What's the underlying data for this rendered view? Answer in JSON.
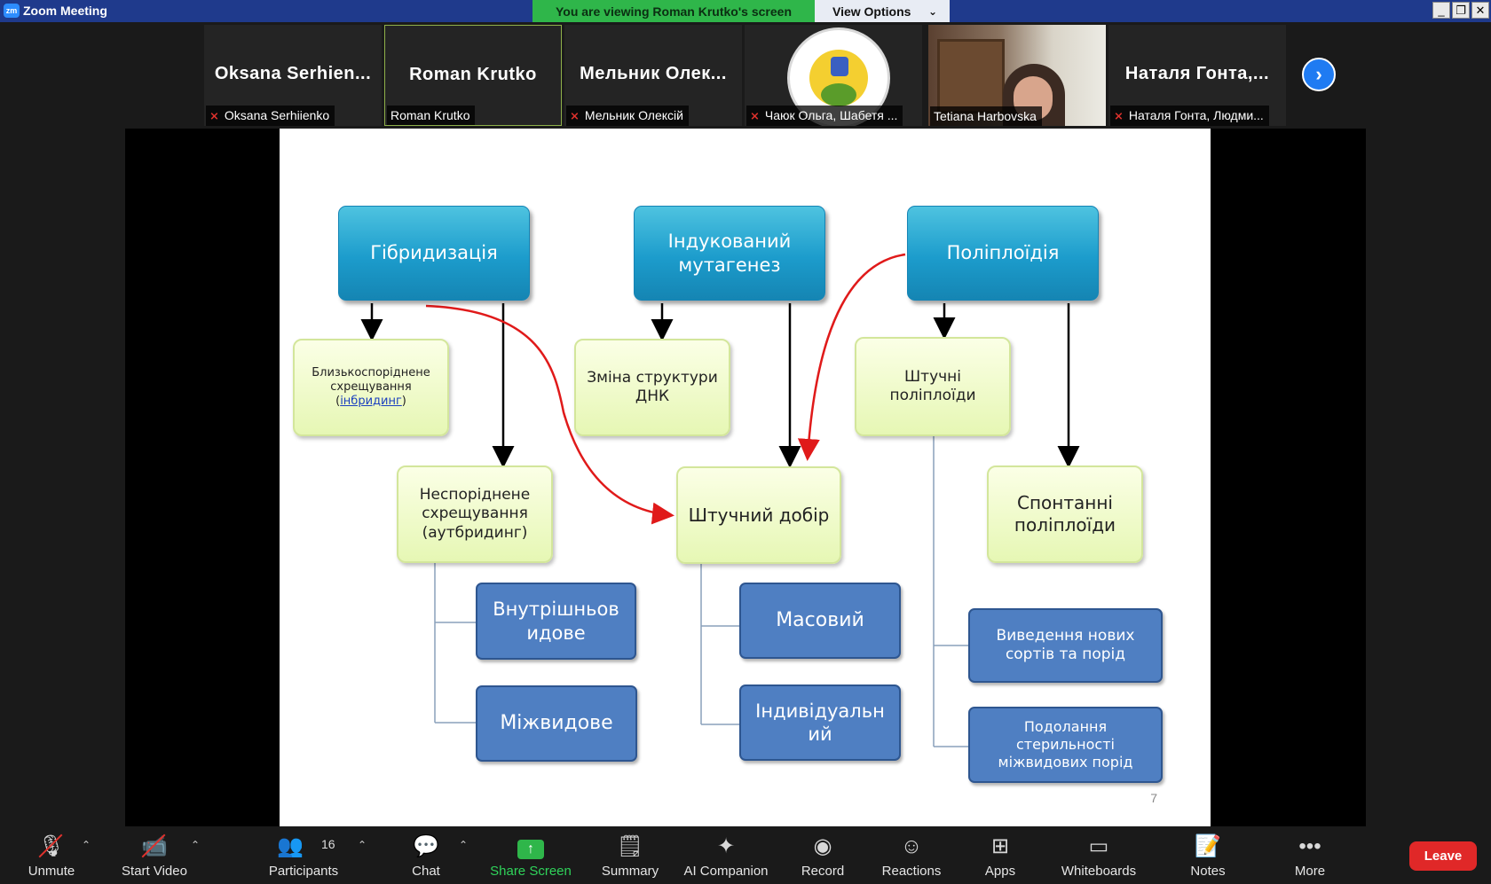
{
  "window": {
    "title": "Zoom Meeting",
    "app_logo": "zm"
  },
  "banner": {
    "viewing_text": "You are viewing Roman Krutko's screen",
    "view_options": "View Options"
  },
  "window_controls": [
    "_",
    "❐",
    "✕"
  ],
  "participants_strip": [
    {
      "big_name": "Oksana  Serhien...",
      "label": "Oksana Serhiienko",
      "muted": true
    },
    {
      "big_name": "Roman Krutko",
      "label": "Roman Krutko",
      "muted": false,
      "active": true
    },
    {
      "big_name": "Мельник  Олек...",
      "label": "Мельник Олексій",
      "muted": true
    },
    {
      "big_name": "",
      "label": "Чаюк Ольга, Шабетя ...",
      "muted": true,
      "avatar": "university-logo"
    },
    {
      "big_name": "",
      "label": "Tetiana Harbovska",
      "muted": false,
      "video": true
    },
    {
      "big_name": "Наталя  Гонта,...",
      "label": "Наталя Гонта, Людми...",
      "muted": true
    }
  ],
  "slide": {
    "top_boxes": [
      "Гібридизація",
      "Індукований мутагенез",
      "Поліплоїдія"
    ],
    "green_boxes": {
      "inbreeding_line1": "Близькоспоріднене схрещування",
      "inbreeding_open": "(",
      "inbreeding_link": "інбридинг",
      "inbreeding_close": ")",
      "dna": "Зміна структури ДНК",
      "artificial_poly": "Штучні поліплоїди",
      "outbreeding": "Неспоріднене схрещування (аутбридинг)",
      "selection": "Штучний добір",
      "spontaneous": "Спонтанні поліплоїди"
    },
    "blue_boxes": {
      "intraspecific": "Внутрішньов идове",
      "interspecific": "Міжвидове",
      "mass": "Масовий",
      "individual": "Індивідуальн ий",
      "new_breeds": "Виведення нових сортів та порід",
      "sterility": "Подолання стерильності міжвидових порід"
    },
    "page_number": "7"
  },
  "toolbar": {
    "unmute": "Unmute",
    "start_video": "Start Video",
    "participants": "Participants",
    "participants_count": "16",
    "chat": "Chat",
    "share_screen": "Share Screen",
    "summary": "Summary",
    "ai_companion": "AI Companion",
    "record": "Record",
    "reactions": "Reactions",
    "apps": "Apps",
    "whiteboards": "Whiteboards",
    "notes": "Notes",
    "more": "More",
    "leave": "Leave"
  }
}
